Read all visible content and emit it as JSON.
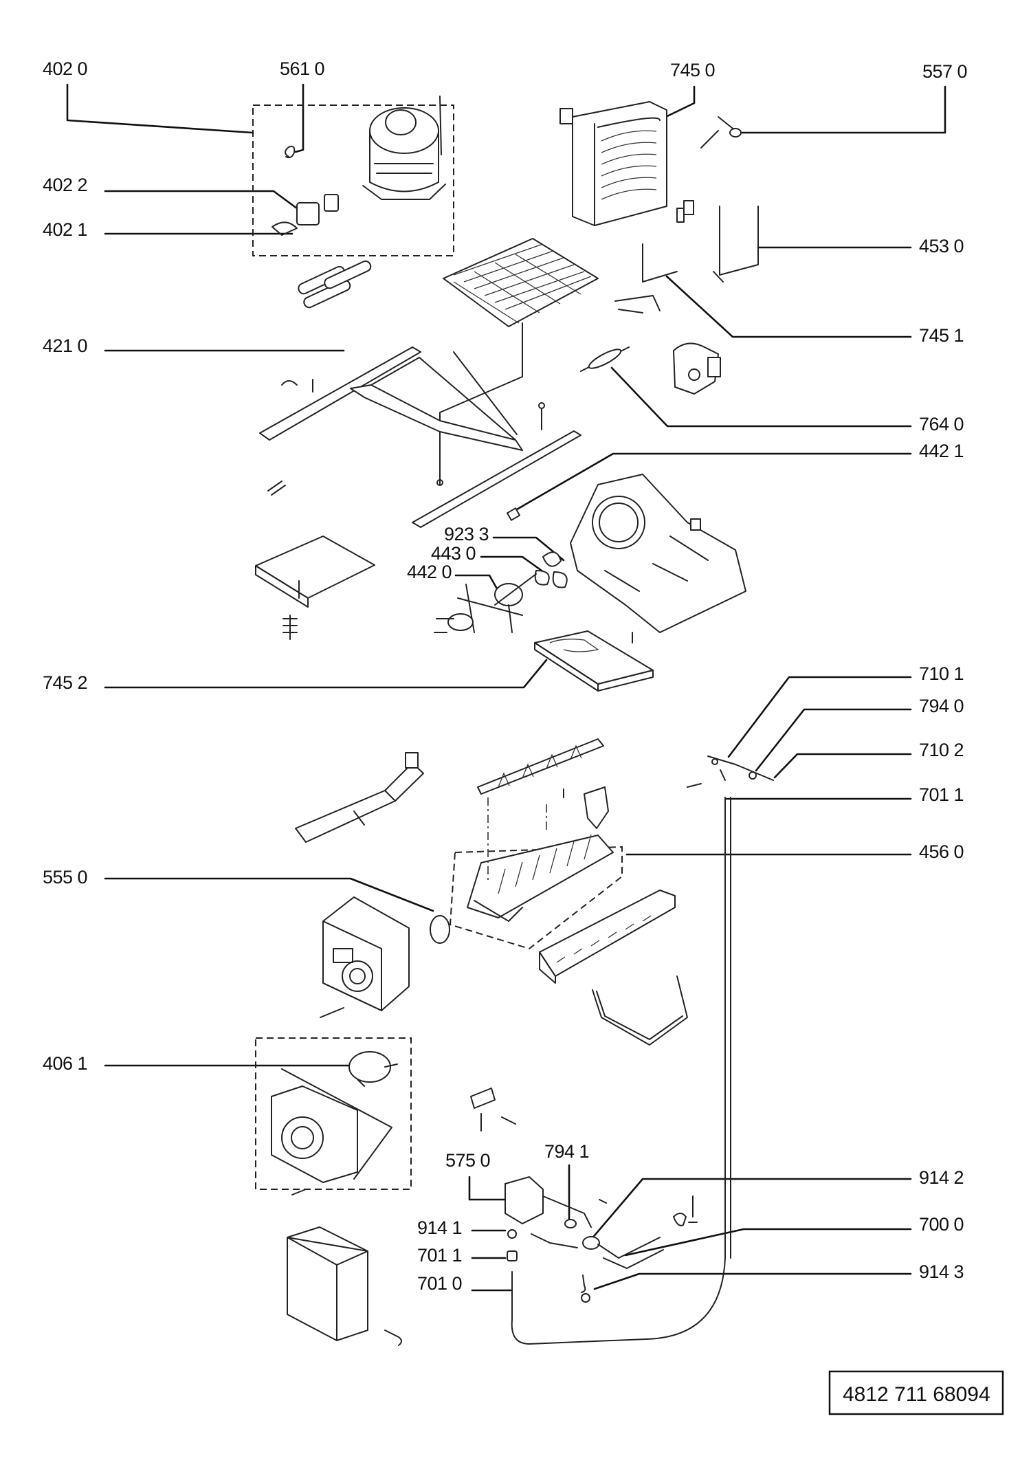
{
  "labels": {
    "l4020": "402 0",
    "l5610": "561 0",
    "l7450": "745 0",
    "l5570": "557 0",
    "l4022": "402 2",
    "l4021": "402 1",
    "l4530": "453 0",
    "l7451": "745 1",
    "l4210": "421 0",
    "l7640": "764 0",
    "l4421": "442 1",
    "l9233": "923 3",
    "l4430": "443 0",
    "l4420": "442 0",
    "l7452": "745 2",
    "l7101": "710 1",
    "l7940": "794 0",
    "l7102": "710 2",
    "l7011a": "701 1",
    "l4560": "456 0",
    "l5550": "555 0",
    "l4061": "406 1",
    "l5750": "575 0",
    "l7941": "794 1",
    "l9142": "914 2",
    "l9141": "914 1",
    "l7000": "700 0",
    "l7011b": "701 1",
    "l9143": "914 3",
    "l7010": "701 0"
  },
  "document_number": "4812 711 68094"
}
